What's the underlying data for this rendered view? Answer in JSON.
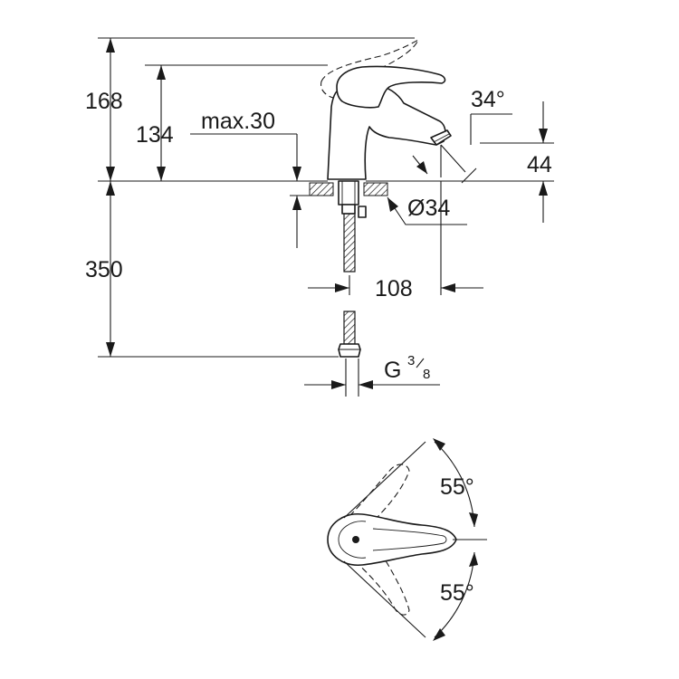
{
  "dimensions": {
    "total_height": "168",
    "spout_height": "134",
    "max_thickness": "max.30",
    "spout_angle": "34°",
    "spout_clearance": "44",
    "hole_diameter": "Ø34",
    "supply_length": "350",
    "reach": "108",
    "thread_prefix": "G",
    "thread_numerator": "3",
    "thread_denominator": "8",
    "lever_angle_up": "55°",
    "lever_angle_down": "55°"
  }
}
